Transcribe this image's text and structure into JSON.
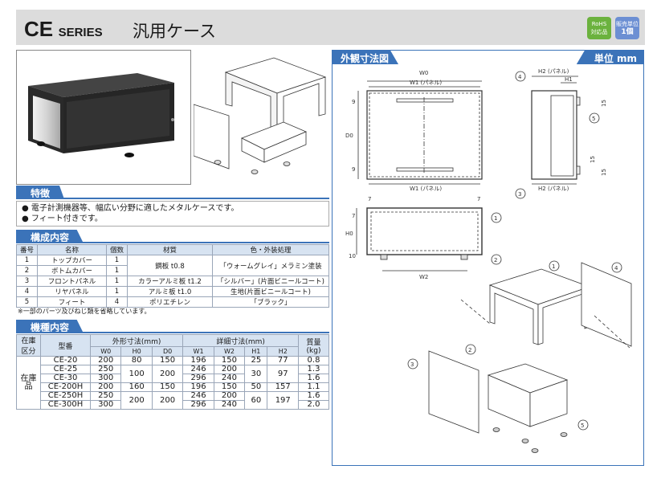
{
  "header": {
    "series_code": "CE",
    "series_word": "SERIES",
    "title": "汎用ケース",
    "badge_rohs_top": "RoHS",
    "badge_rohs_bottom": "対応品",
    "badge_unit_top": "販売単位",
    "badge_unit_bottom": "1個"
  },
  "features": {
    "title": "特徴",
    "items": [
      "電子計測機器等、幅広い分野に適したメタルケースです。",
      "フィート付きです。"
    ]
  },
  "composition": {
    "title": "構成内容",
    "headers": [
      "番号",
      "名称",
      "個数",
      "材質",
      "色・外装処理"
    ],
    "rows": [
      [
        "1",
        "トップカバー",
        "1",
        "鋼板 t0.8",
        "「ウォームグレイ」メラミン塗装"
      ],
      [
        "2",
        "ボトムカバー",
        "1",
        "",
        ""
      ],
      [
        "3",
        "フロントパネル",
        "1",
        "カラーアルミ板 t1.2",
        "「シルバー」(片面ビニールコート)"
      ],
      [
        "4",
        "リヤパネル",
        "1",
        "アルミ板 t1.0",
        "生地(片面ビニールコート)"
      ],
      [
        "5",
        "フィート",
        "4",
        "ポリエチレン",
        "「ブラック」"
      ]
    ],
    "note": "※一部のパーツ及びねじ類を省略しています。"
  },
  "models": {
    "title": "機種内容",
    "h_stock": "在庫区分",
    "h_model": "型番",
    "h_outer": "外形寸法(mm)",
    "h_inner": "詳細寸法(mm)",
    "h_weight": "質量(kg)",
    "sub": [
      "W0",
      "H0",
      "D0",
      "W1",
      "W2",
      "H1",
      "H2"
    ],
    "stock_label": "在庫品",
    "rows": [
      {
        "model": "CE-20",
        "w0": "200",
        "h0": "80",
        "d0": "150",
        "w1": "196",
        "w2": "150",
        "h1": "25",
        "h2": "77",
        "kg": "0.8"
      },
      {
        "model": "CE-25",
        "w0": "250",
        "h0": "100",
        "d0": "200",
        "w1": "246",
        "w2": "200",
        "h1": "30",
        "h2": "97",
        "kg": "1.3"
      },
      {
        "model": "CE-30",
        "w0": "300",
        "h0": "",
        "d0": "",
        "w1": "296",
        "w2": "240",
        "h1": "",
        "h2": "",
        "kg": "1.6"
      },
      {
        "model": "CE-200H",
        "w0": "200",
        "h0": "160",
        "d0": "150",
        "w1": "196",
        "w2": "150",
        "h1": "50",
        "h2": "157",
        "kg": "1.1"
      },
      {
        "model": "CE-250H",
        "w0": "250",
        "h0": "200",
        "d0": "200",
        "w1": "246",
        "w2": "200",
        "h1": "60",
        "h2": "197",
        "kg": "1.6"
      },
      {
        "model": "CE-300H",
        "w0": "300",
        "h0": "",
        "d0": "",
        "w1": "296",
        "w2": "240",
        "h1": "",
        "h2": "",
        "kg": "2.0"
      }
    ]
  },
  "drawing": {
    "title": "外観寸法図",
    "unit": "単位 mm",
    "labels": {
      "w0": "W0",
      "w1_panel": "W1 (パネル)",
      "h2_panel": "H2 (パネル)",
      "h1": "H1",
      "d0": "D0",
      "h0": "H0",
      "w2": "W2",
      "nine": "9",
      "fifteen": "15",
      "seven": "7",
      "ten": "10"
    },
    "callouts": [
      "1",
      "2",
      "3",
      "4",
      "5"
    ]
  },
  "colors": {
    "accent": "#3b73b9",
    "header_bg": "#dcdcdc",
    "table_header": "#d7e3f1",
    "rohs": "#6bb23e",
    "unit_badge": "#6c8fd3"
  }
}
